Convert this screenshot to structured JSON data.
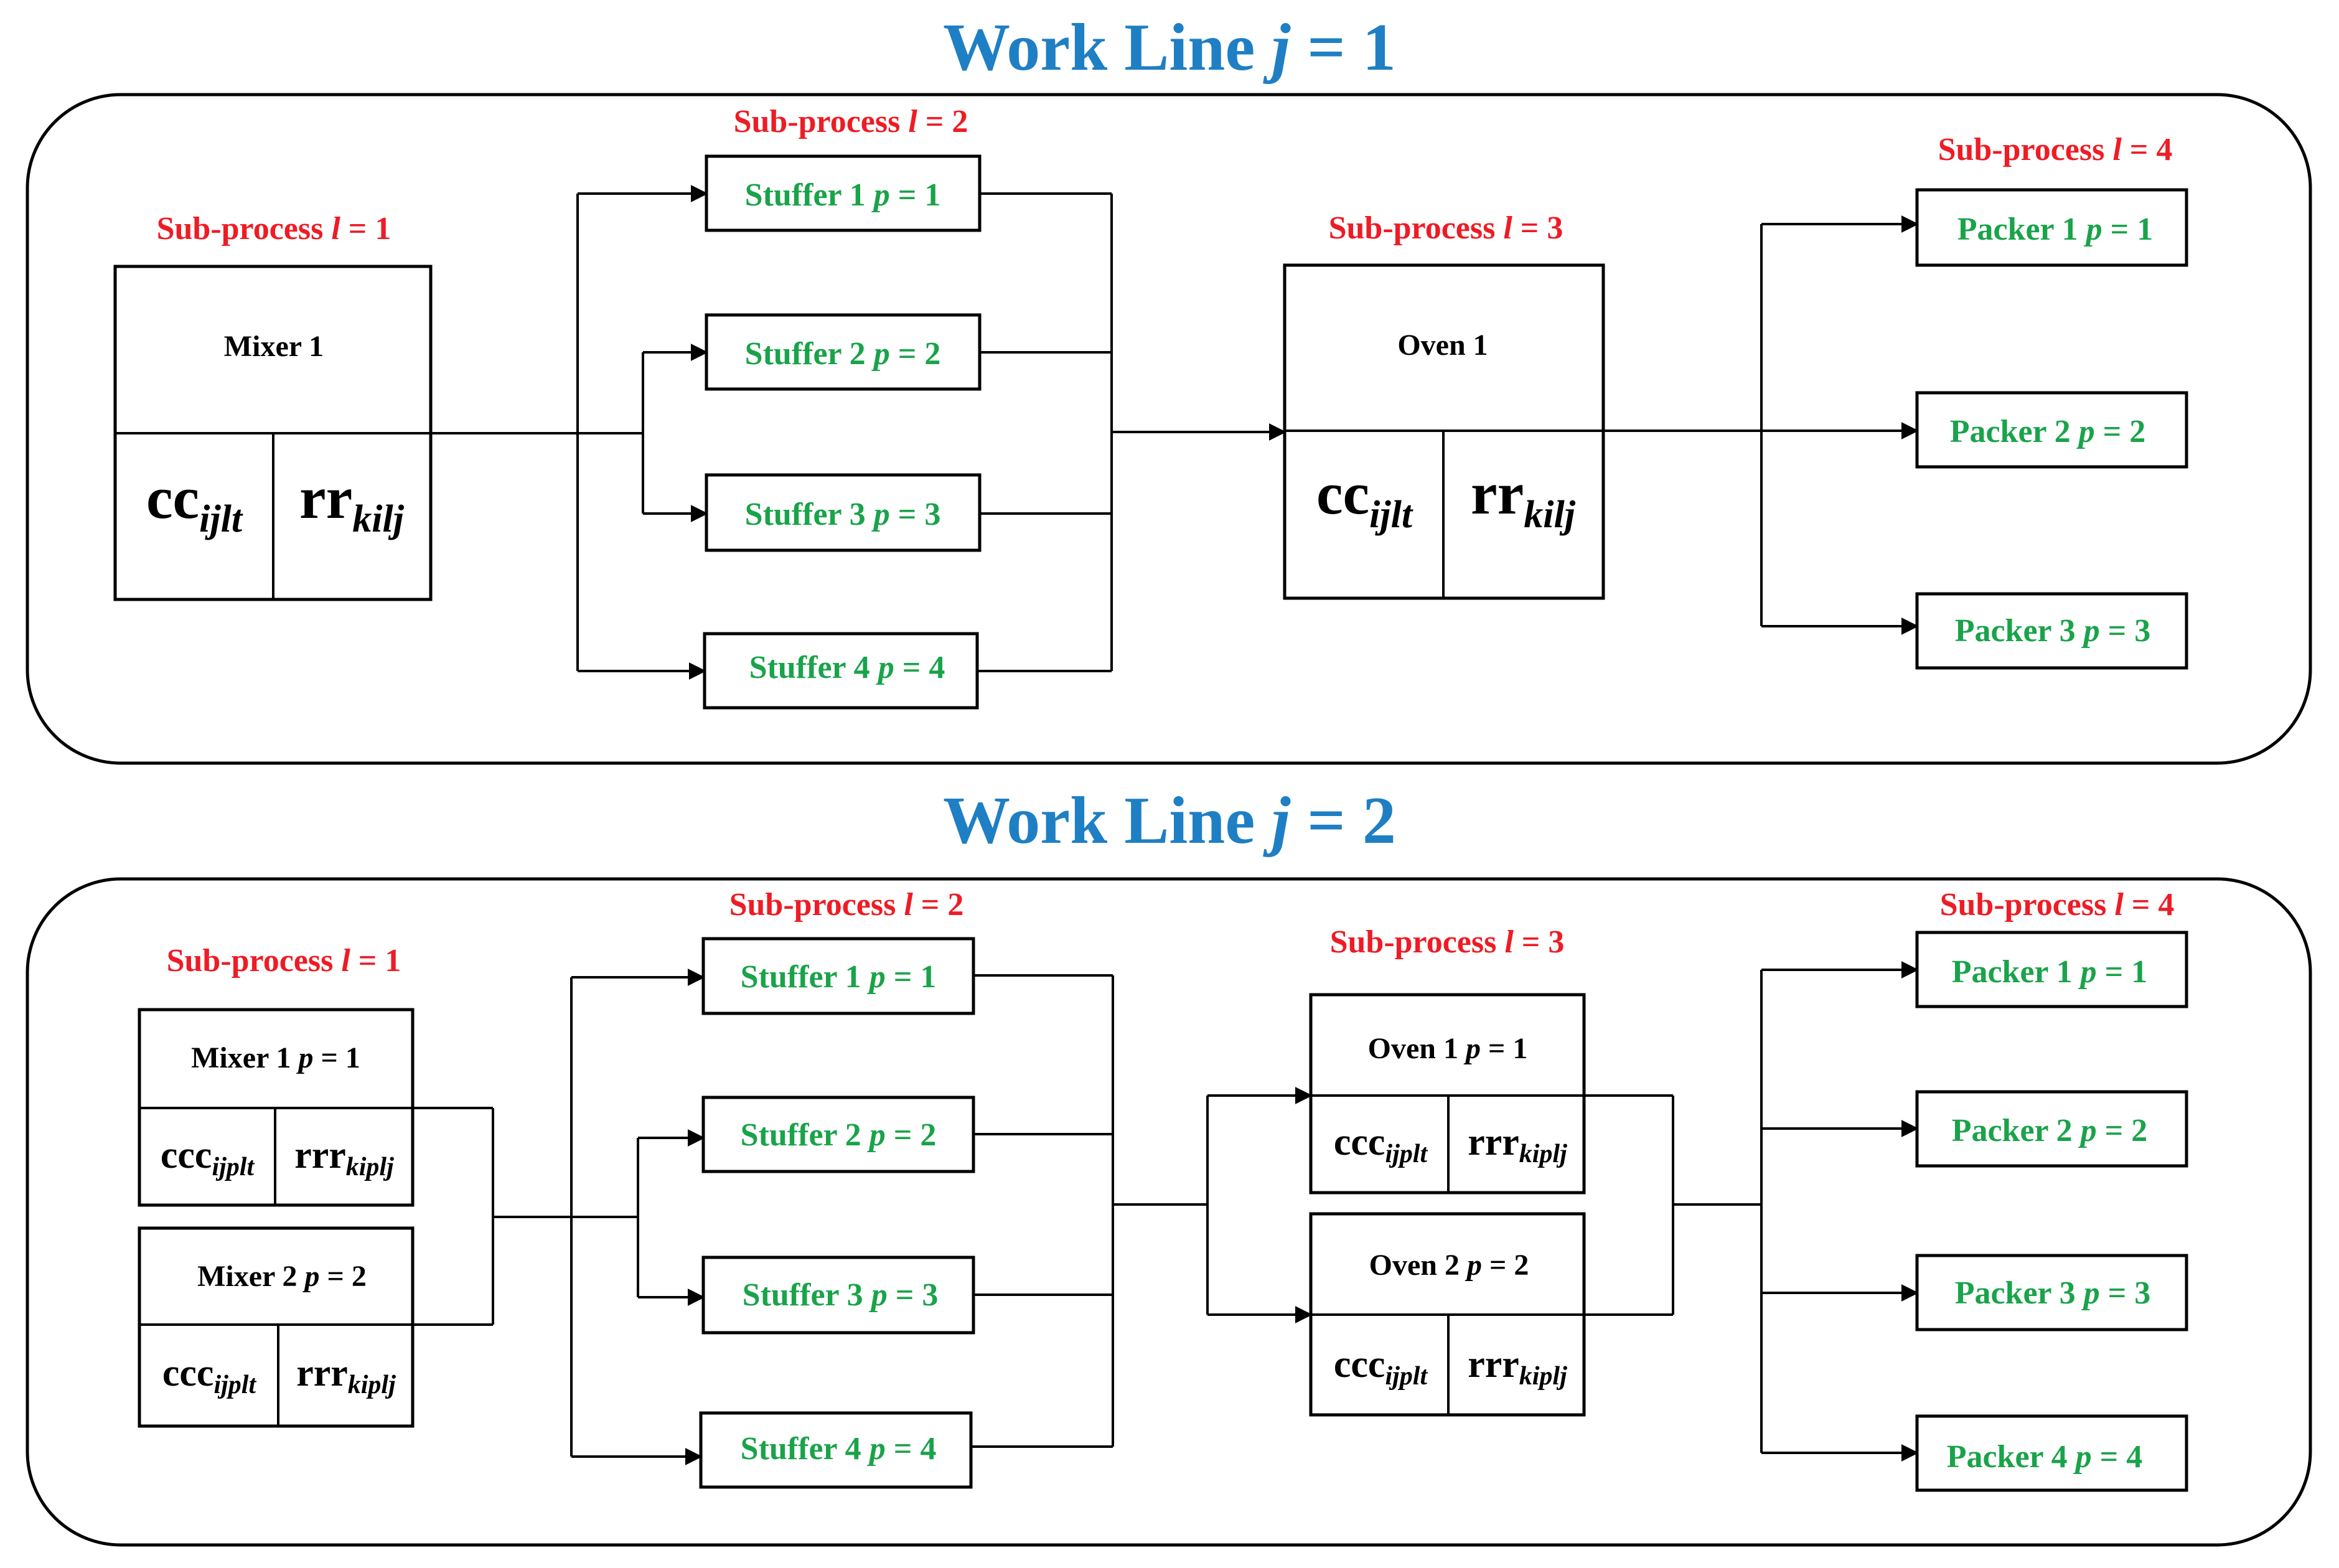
{
  "lines": [
    {
      "title_prefix": "Work Line ",
      "title_var": "j",
      "title_suffix": " = 1",
      "sub1": {
        "prefix": "Sub-process ",
        "var": "l",
        "suffix": " = 1"
      },
      "sub2": {
        "prefix": "Sub-process ",
        "var": "l",
        "suffix": " = 2"
      },
      "sub3": {
        "prefix": "Sub-process ",
        "var": "l",
        "suffix": " = 3"
      },
      "sub4": {
        "prefix": "Sub-process ",
        "var": "l",
        "suffix": " = 4"
      },
      "mixer": {
        "name": "Mixer  1",
        "cc": "cc",
        "cc_sub": "ijlt",
        "rr": "rr",
        "rr_sub": "kilj"
      },
      "oven": {
        "name": "Oven  1",
        "cc": "cc",
        "cc_sub": "ijlt",
        "rr": "rr",
        "rr_sub": "kilj"
      },
      "stuffers": [
        {
          "name": "Stuffer  1 ",
          "var": "p",
          "value": " = 1"
        },
        {
          "name": "Stuffer  2 ",
          "var": "p",
          "value": " = 2"
        },
        {
          "name": "Stuffer  3 ",
          "var": "p",
          "value": " = 3"
        },
        {
          "name": "Stuffer  4 ",
          "var": "p",
          "value": " = 4"
        }
      ],
      "packers": [
        {
          "name": "Packer 1 ",
          "var": "p",
          "value": " = 1"
        },
        {
          "name": "Packer 2 ",
          "var": "p",
          "value": " = 2"
        },
        {
          "name": "Packer 3 ",
          "var": "p",
          "value": " = 3"
        }
      ]
    },
    {
      "title_prefix": "Work Line ",
      "title_var": "j",
      "title_suffix": " = 2",
      "sub1": {
        "prefix": "Sub-process ",
        "var": "l",
        "suffix": " = 1"
      },
      "sub2": {
        "prefix": "Sub-process ",
        "var": "l",
        "suffix": " = 2"
      },
      "sub3": {
        "prefix": "Sub-process ",
        "var": "l",
        "suffix": " = 3"
      },
      "sub4": {
        "prefix": "Sub-process ",
        "var": "l",
        "suffix": " = 4"
      },
      "mixers": [
        {
          "name": "Mixer  1 ",
          "var": "p",
          "value": " = 1",
          "cc": "ccc",
          "cc_sub": "ijplt",
          "rr": "rrr",
          "rr_sub": "kiplj"
        },
        {
          "name": "Mixer  2 ",
          "var": "p",
          "value": " = 2",
          "cc": "ccc",
          "cc_sub": "ijplt",
          "rr": "rrr",
          "rr_sub": "kiplj"
        }
      ],
      "ovens": [
        {
          "name": "Oven 1 ",
          "var": "p",
          "value": " = 1",
          "cc": "ccc",
          "cc_sub": "ijplt",
          "rr": "rrr",
          "rr_sub": "kiplj"
        },
        {
          "name": "Oven 2 ",
          "var": "p",
          "value": " = 2",
          "cc": "ccc",
          "cc_sub": "ijplt",
          "rr": "rrr",
          "rr_sub": "kiplj"
        }
      ],
      "stuffers": [
        {
          "name": "Stuffer  1 ",
          "var": "p",
          "value": " = 1"
        },
        {
          "name": "Stuffer  2 ",
          "var": "p",
          "value": " = 2"
        },
        {
          "name": "Stuffer  3 ",
          "var": "p",
          "value": " = 3"
        },
        {
          "name": "Stuffer  4 ",
          "var": "p",
          "value": " = 4"
        }
      ],
      "packers": [
        {
          "name": "Packer 1 ",
          "var": "p",
          "value": " = 1"
        },
        {
          "name": "Packer 2 ",
          "var": "p",
          "value": " = 2"
        },
        {
          "name": "Packer 3 ",
          "var": "p",
          "value": " = 3"
        },
        {
          "name": "Packer 4 ",
          "var": "p",
          "value": " = 4"
        }
      ]
    }
  ]
}
